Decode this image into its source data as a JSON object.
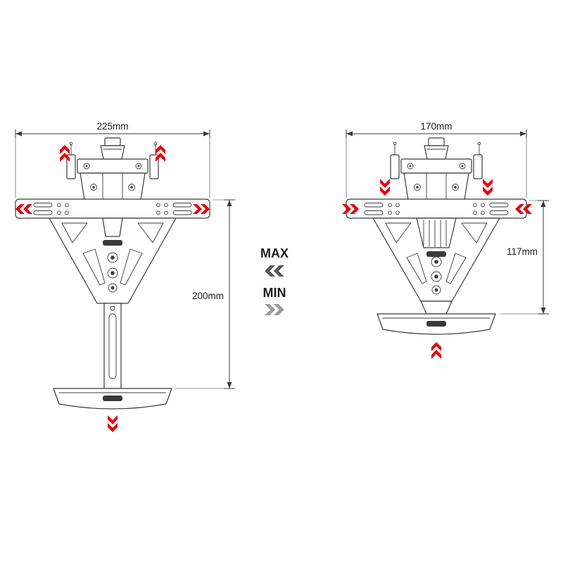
{
  "diagram": {
    "description": "license-plate-holder-adjustment-dimensions",
    "legend": {
      "max_label": "MAX",
      "min_label": "MIN"
    },
    "max_view": {
      "width_label": "225mm",
      "height_label": "200mm"
    },
    "min_view": {
      "width_label": "170mm",
      "height_label": "117mm"
    },
    "icons": {
      "red_chevrons": "double-chevron-arrow",
      "max_direction": "double-chevron-left",
      "min_direction": "double-chevron-right"
    },
    "colors": {
      "accent_red": "#e30613",
      "line_gray": "#3a3a39",
      "max_chevron_gray": "#58585a",
      "min_chevron_gray": "#9d9d9c",
      "background": "#ffffff"
    }
  }
}
